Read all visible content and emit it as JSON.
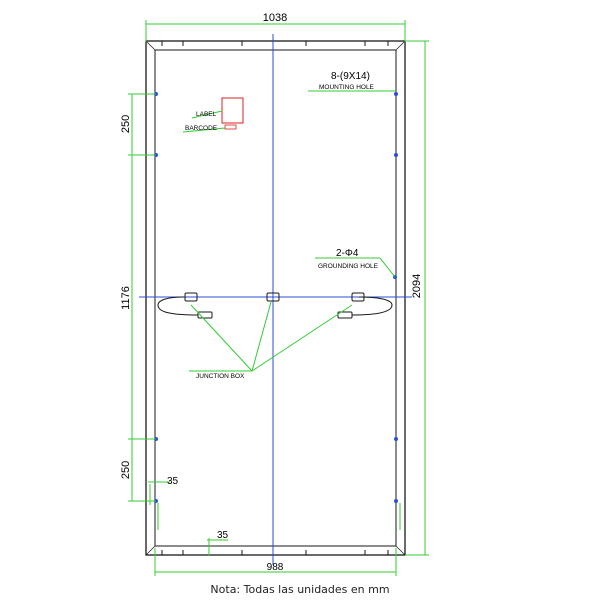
{
  "dimensions": {
    "top_width": "1038",
    "bottom_width": "988",
    "total_height": "2094",
    "middle_spacing": "1176",
    "upper_spacing": "250",
    "lower_spacing": "250",
    "edge_offset_side": "35",
    "edge_offset_bottom": "35"
  },
  "annotations": {
    "mounting_hole_spec": "8-(9X14)",
    "mounting_hole_label": "MOUNTING HOLE",
    "grounding_hole_spec": "2-Φ4",
    "grounding_hole_label": "GROUNDING HOLE",
    "label": "LABEL",
    "barcode": "BARCODE",
    "junction_box": "JUNCTION BOX"
  },
  "note": "Nota: Todas las unidades en mm",
  "colors": {
    "dimension_lines": "#33cc33",
    "centerlines": "#2b4fd6",
    "label_box": "#e0201c",
    "frame": "#1a1a1a"
  }
}
